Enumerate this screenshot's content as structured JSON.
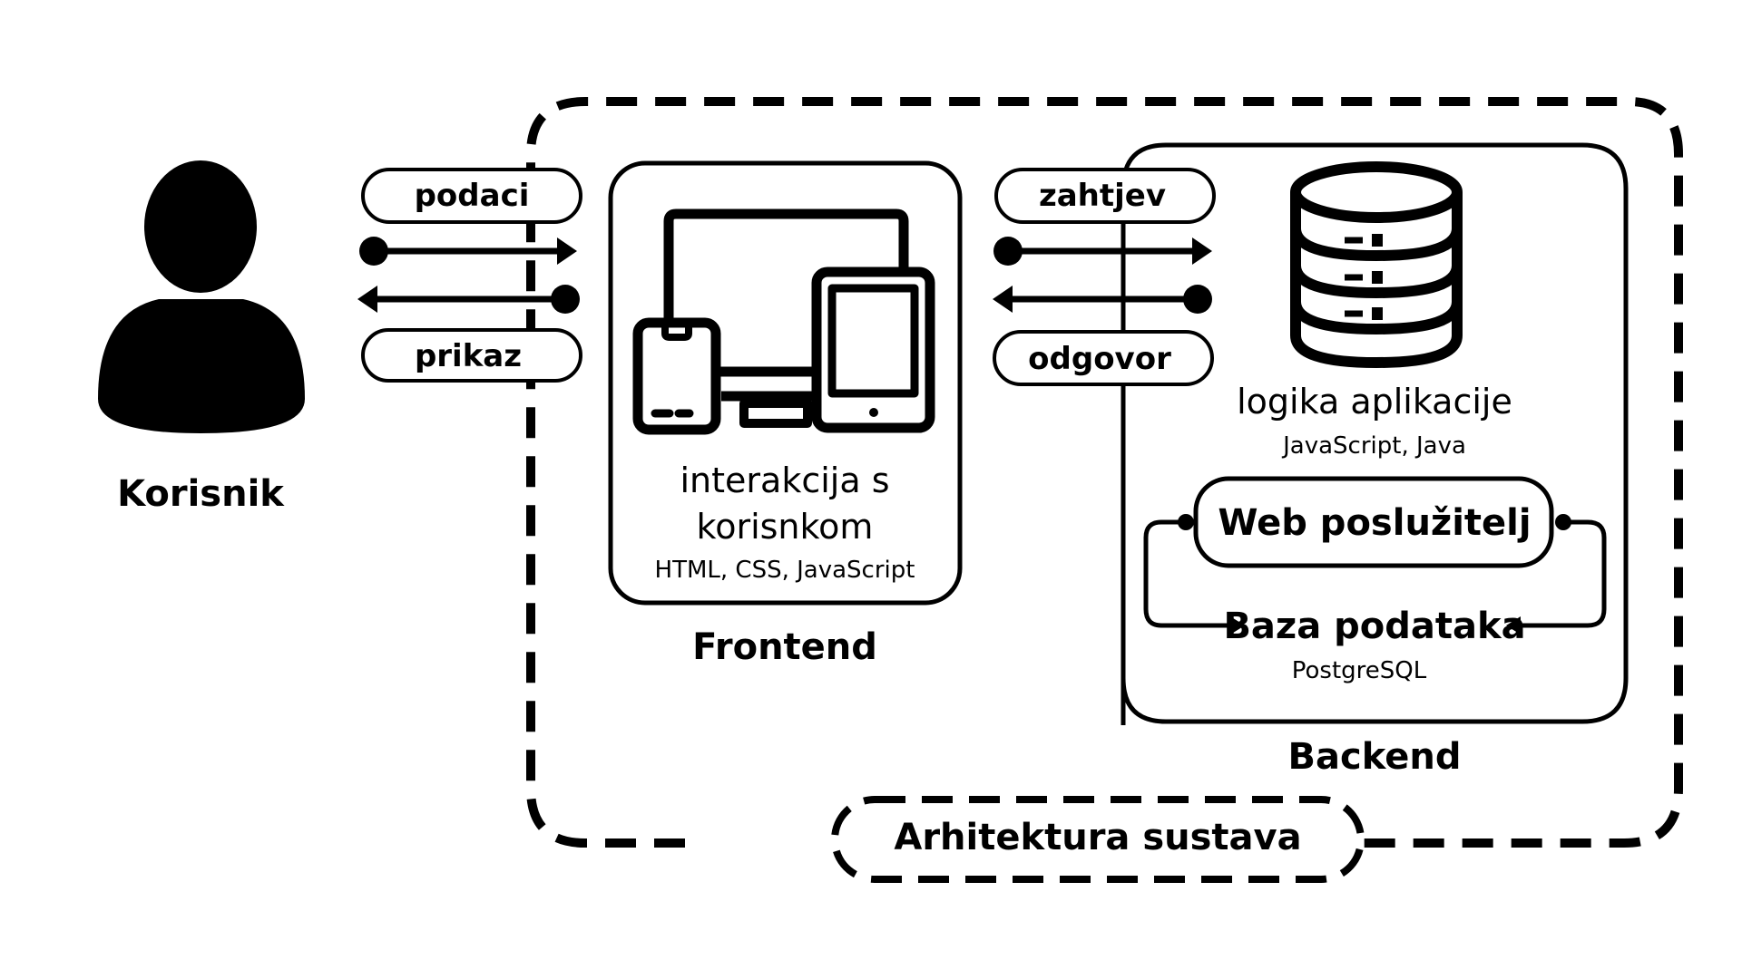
{
  "user": {
    "label": "Korisnik",
    "icon": "user-silhouette-icon"
  },
  "user_flow": {
    "data_label": "podaci",
    "display_label": "prikaz"
  },
  "frontend": {
    "icon": "devices-icon",
    "description_line1": "interakcija s",
    "description_line2": "korisnkom",
    "tech": "HTML, CSS, JavaScript",
    "label": "Frontend"
  },
  "backend_flow": {
    "request_label": "zahtjev",
    "response_label": "odgovor"
  },
  "backend": {
    "icon": "database-icon",
    "logic_label": "logika aplikacije",
    "logic_tech": "JavaScript, Java",
    "web_server_label": "Web poslužitelj",
    "database_label": "Baza podataka",
    "database_tech": "PostgreSQL",
    "label": "Backend"
  },
  "system": {
    "label": "Arhitektura sustava"
  },
  "colors": {
    "ink": "#000000",
    "background": "#ffffff"
  }
}
